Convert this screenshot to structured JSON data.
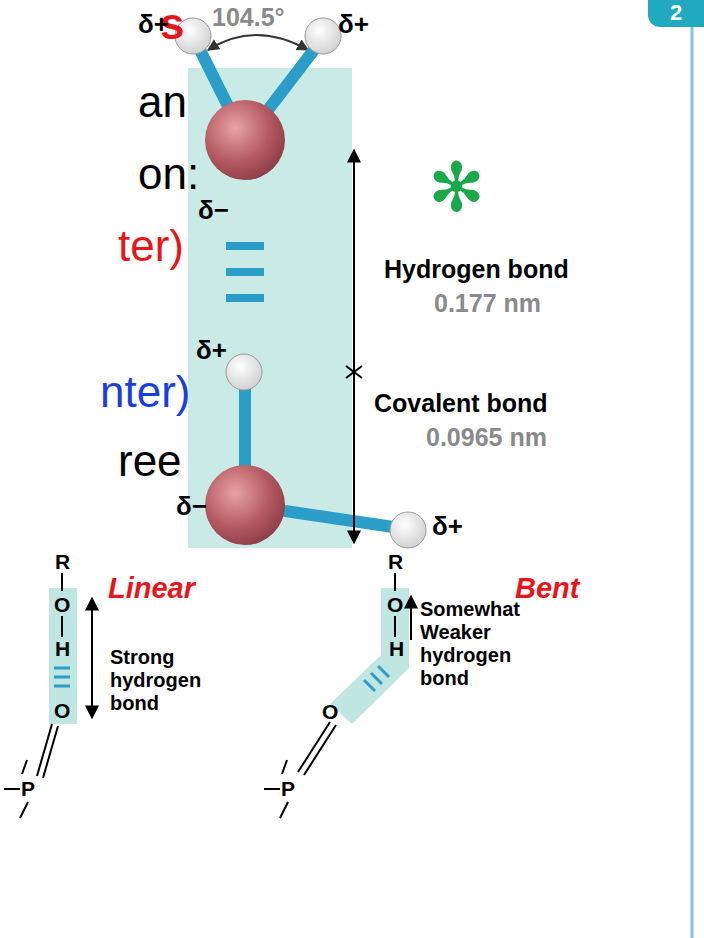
{
  "diagram": {
    "nodes": [
      {
        "text": [
          "2"
        ]
      }
    ],
    "labels": [
      "s",
      "an",
      "on:",
      "ter)",
      "nter)",
      "ree",
      "104.5°",
      "δ+",
      "δ+",
      "δ−",
      "δ+",
      "δ−",
      "δ+",
      "Hydrogen bond",
      "0.177 nm",
      "Covalent bond",
      "0.0965 nm",
      "✻",
      "R",
      "O",
      "H",
      "O",
      "P",
      "Linear",
      "Strong hydrogen bond",
      "R",
      "O",
      "H",
      "O",
      "P",
      "Bent",
      "Somewhat Weaker hydrogen bond"
    ]
  }
}
